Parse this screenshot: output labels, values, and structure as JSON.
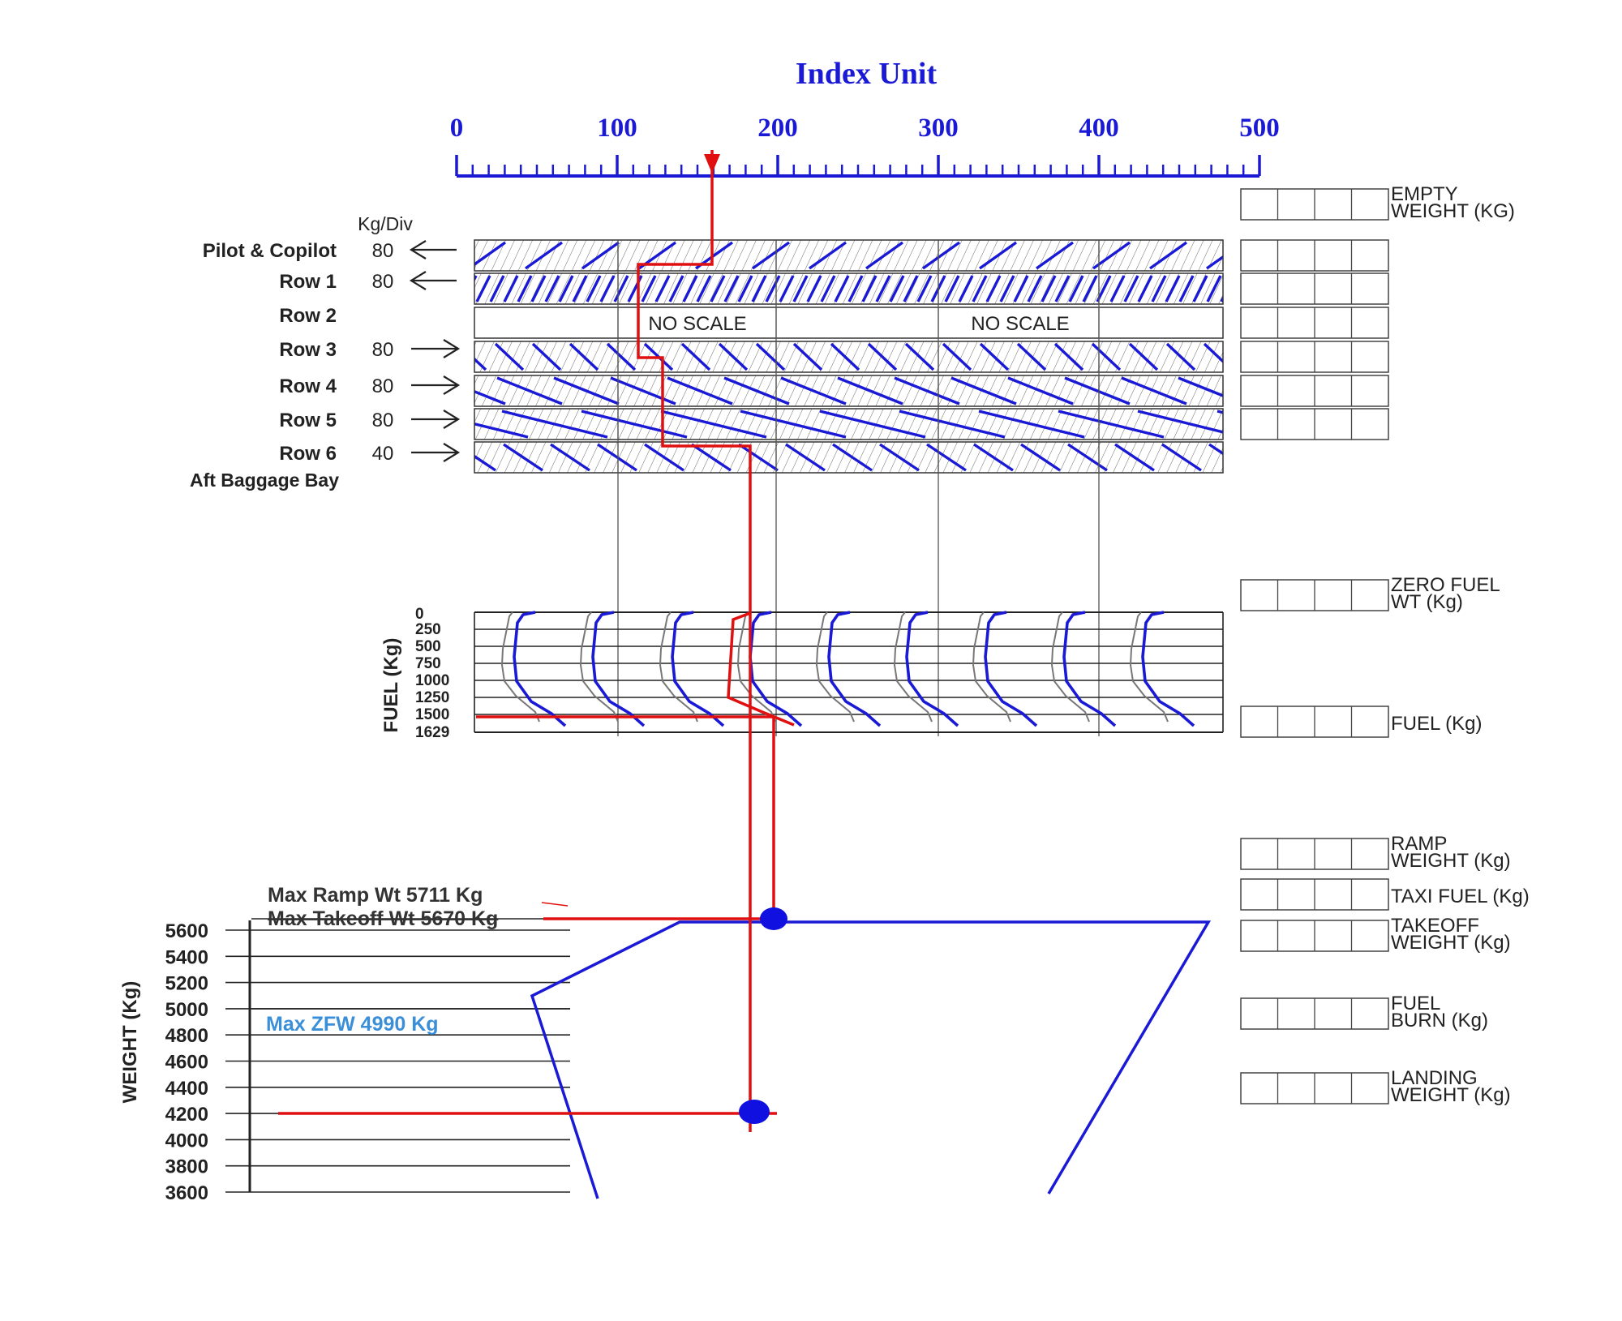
{
  "title": "Index Unit",
  "index_axis": {
    "ticks": [
      "0",
      "100",
      "200",
      "300",
      "400",
      "500"
    ],
    "min": 0,
    "max": 500,
    "minor_per_major": 10
  },
  "kg_div_header": "Kg/Div",
  "rows": [
    {
      "label": "Pilot & Copilot",
      "kg_div": "80",
      "arrow": "left"
    },
    {
      "label": "Row 1",
      "kg_div": "80",
      "arrow": "left"
    },
    {
      "label": "Row 2",
      "kg_div": "",
      "arrow": ""
    },
    {
      "label": "Row 3",
      "kg_div": "80",
      "arrow": "right"
    },
    {
      "label": "Row 4",
      "kg_div": "80",
      "arrow": "right"
    },
    {
      "label": "Row 5",
      "kg_div": "80",
      "arrow": "right"
    },
    {
      "label": "Row 6",
      "kg_div": "40",
      "arrow": "right"
    }
  ],
  "row6_sub_label": "Aft Baggage Bay",
  "no_scale_labels": [
    "NO SCALE",
    "NO SCALE"
  ],
  "fuel_axis": {
    "title": "FUEL (Kg)",
    "ticks": [
      "0",
      "250",
      "500",
      "750",
      "1000",
      "1250",
      "1500",
      "1629"
    ]
  },
  "weight_axis": {
    "title": "WEIGHT (Kg)",
    "ticks": [
      "5600",
      "5400",
      "5200",
      "5000",
      "4800",
      "4600",
      "4400",
      "4200",
      "4000",
      "3800",
      "3600"
    ]
  },
  "limit_labels": {
    "max_ramp": "Max Ramp Wt 5711 Kg",
    "max_takeoff": "Max Takeoff Wt 5670 Kg",
    "max_zfw": "Max ZFW 4990 Kg"
  },
  "right_boxes": [
    {
      "label_lines": [
        "EMPTY",
        "WEIGHT (KG)"
      ]
    },
    {
      "label_lines": []
    },
    {
      "label_lines": []
    },
    {
      "label_lines": []
    },
    {
      "label_lines": []
    },
    {
      "label_lines": []
    },
    {
      "label_lines": []
    },
    {
      "label_lines": [
        "ZERO FUEL",
        "WT (Kg)"
      ]
    },
    {
      "label_lines": [
        "FUEL (Kg)"
      ]
    },
    {
      "label_lines": [
        "RAMP",
        "WEIGHT (Kg)"
      ]
    },
    {
      "label_lines": [
        "TAXI  FUEL (Kg)"
      ]
    },
    {
      "label_lines": [
        "TAKEOFF",
        "WEIGHT (Kg)"
      ]
    },
    {
      "label_lines": [
        "FUEL",
        "BURN (Kg)"
      ]
    },
    {
      "label_lines": [
        "LANDING",
        "WEIGHT (Kg)"
      ]
    }
  ],
  "colors": {
    "title": "#1a1ad6",
    "envelope": "#1a1ad6",
    "trace": "#e01010",
    "zfw_label": "#3a8fd8",
    "point": "#1010e0"
  },
  "plotted_points": [
    {
      "weight_kg": 5670,
      "index": 198
    },
    {
      "weight_kg": 4200,
      "index": 185
    }
  ]
}
